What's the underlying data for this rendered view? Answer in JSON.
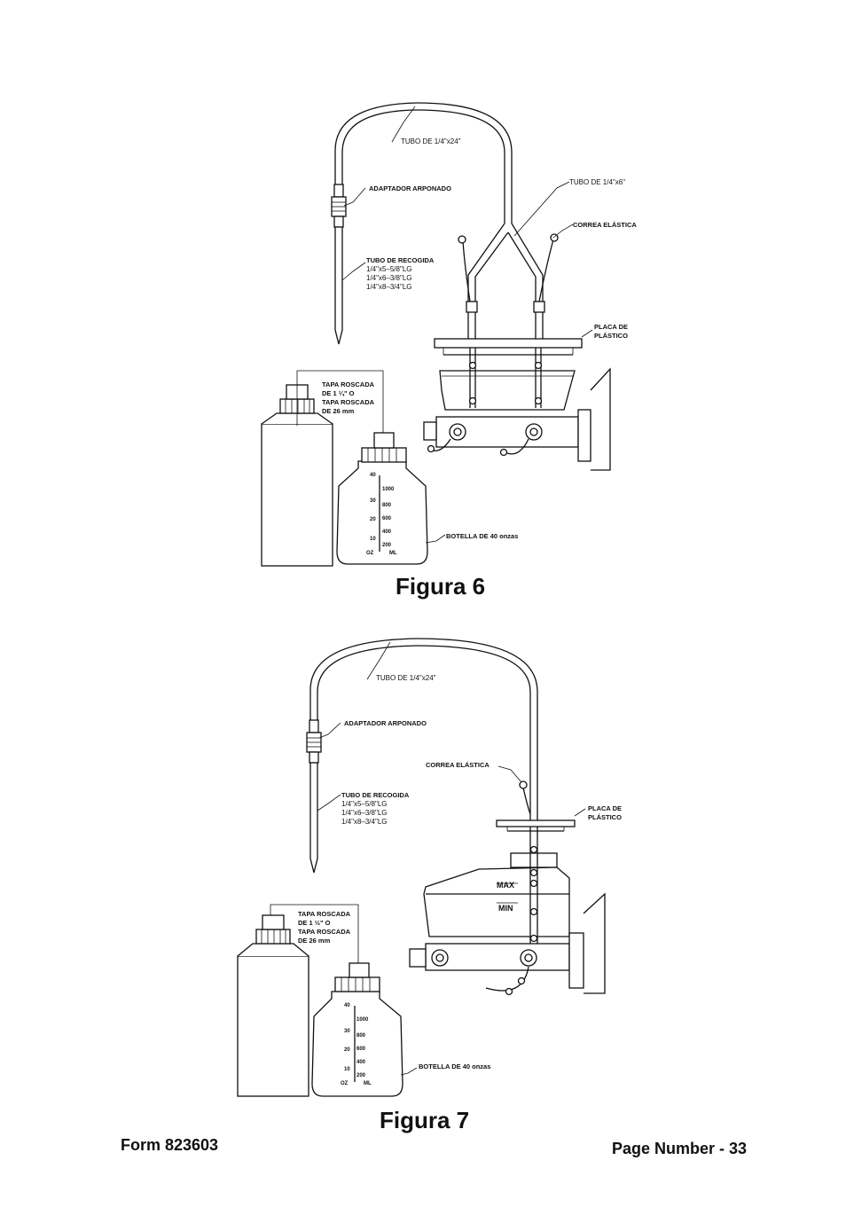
{
  "figure6": {
    "caption": "Figura 6",
    "labels": {
      "tube24": "TUBO DE 1/4\"x24\"",
      "tube6": "TUBO DE 1/4\"x6\"",
      "adapter": "ADAPTADOR ARPONADO",
      "strap": "CORREA ELÁSTICA",
      "pickup_title": "TUBO DE RECOGIDA",
      "pickup_1": "1/4\"x5–5/8\"LG",
      "pickup_2": "1/4\"x6–3/8\"LG",
      "pickup_3": "1/4\"x8–3/4\"LG",
      "plate_1": "PLACA DE",
      "plate_2": "PLÁSTICO",
      "cap_1": "TAPA ROSCADA",
      "cap_2": "DE 1 ¼\" O",
      "cap_3": "TAPA ROSCADA",
      "cap_4": "DE 26 mm",
      "bottle": "BOTELLA DE 40 onzas"
    }
  },
  "figure7": {
    "caption": "Figura 7",
    "labels": {
      "tube24": "TUBO DE  1/4\"x24\"",
      "adapter": "ADAPTADOR ARPONADO",
      "strap": "CORREA ELÁSTICA",
      "pickup_title": "TUBO DE RECOGIDA",
      "pickup_1": "1/4\"x5–5/8\"LG",
      "pickup_2": "1/4\"x6–3/8\"LG",
      "pickup_3": "1/4\"x8–3/4\"LG",
      "plate_1": "PLACA DE",
      "plate_2": "PLÁSTICO",
      "cap_1": "TAPA ROSCADA",
      "cap_2": "DE 1 ½\" O",
      "cap_3": "TAPA ROSCADA",
      "cap_4": "DE 26 mm",
      "bottle": "BOTELLA DE 40 onzas",
      "max": "MAX",
      "min": "MIN"
    }
  },
  "bottle_scale": {
    "oz": [
      "40",
      "30",
      "20",
      "10",
      "OZ"
    ],
    "ml": [
      "1000",
      "800",
      "600",
      "400",
      "200",
      "ML"
    ]
  },
  "footer": {
    "form": "Form 823603",
    "page": "Page Number - 33"
  }
}
